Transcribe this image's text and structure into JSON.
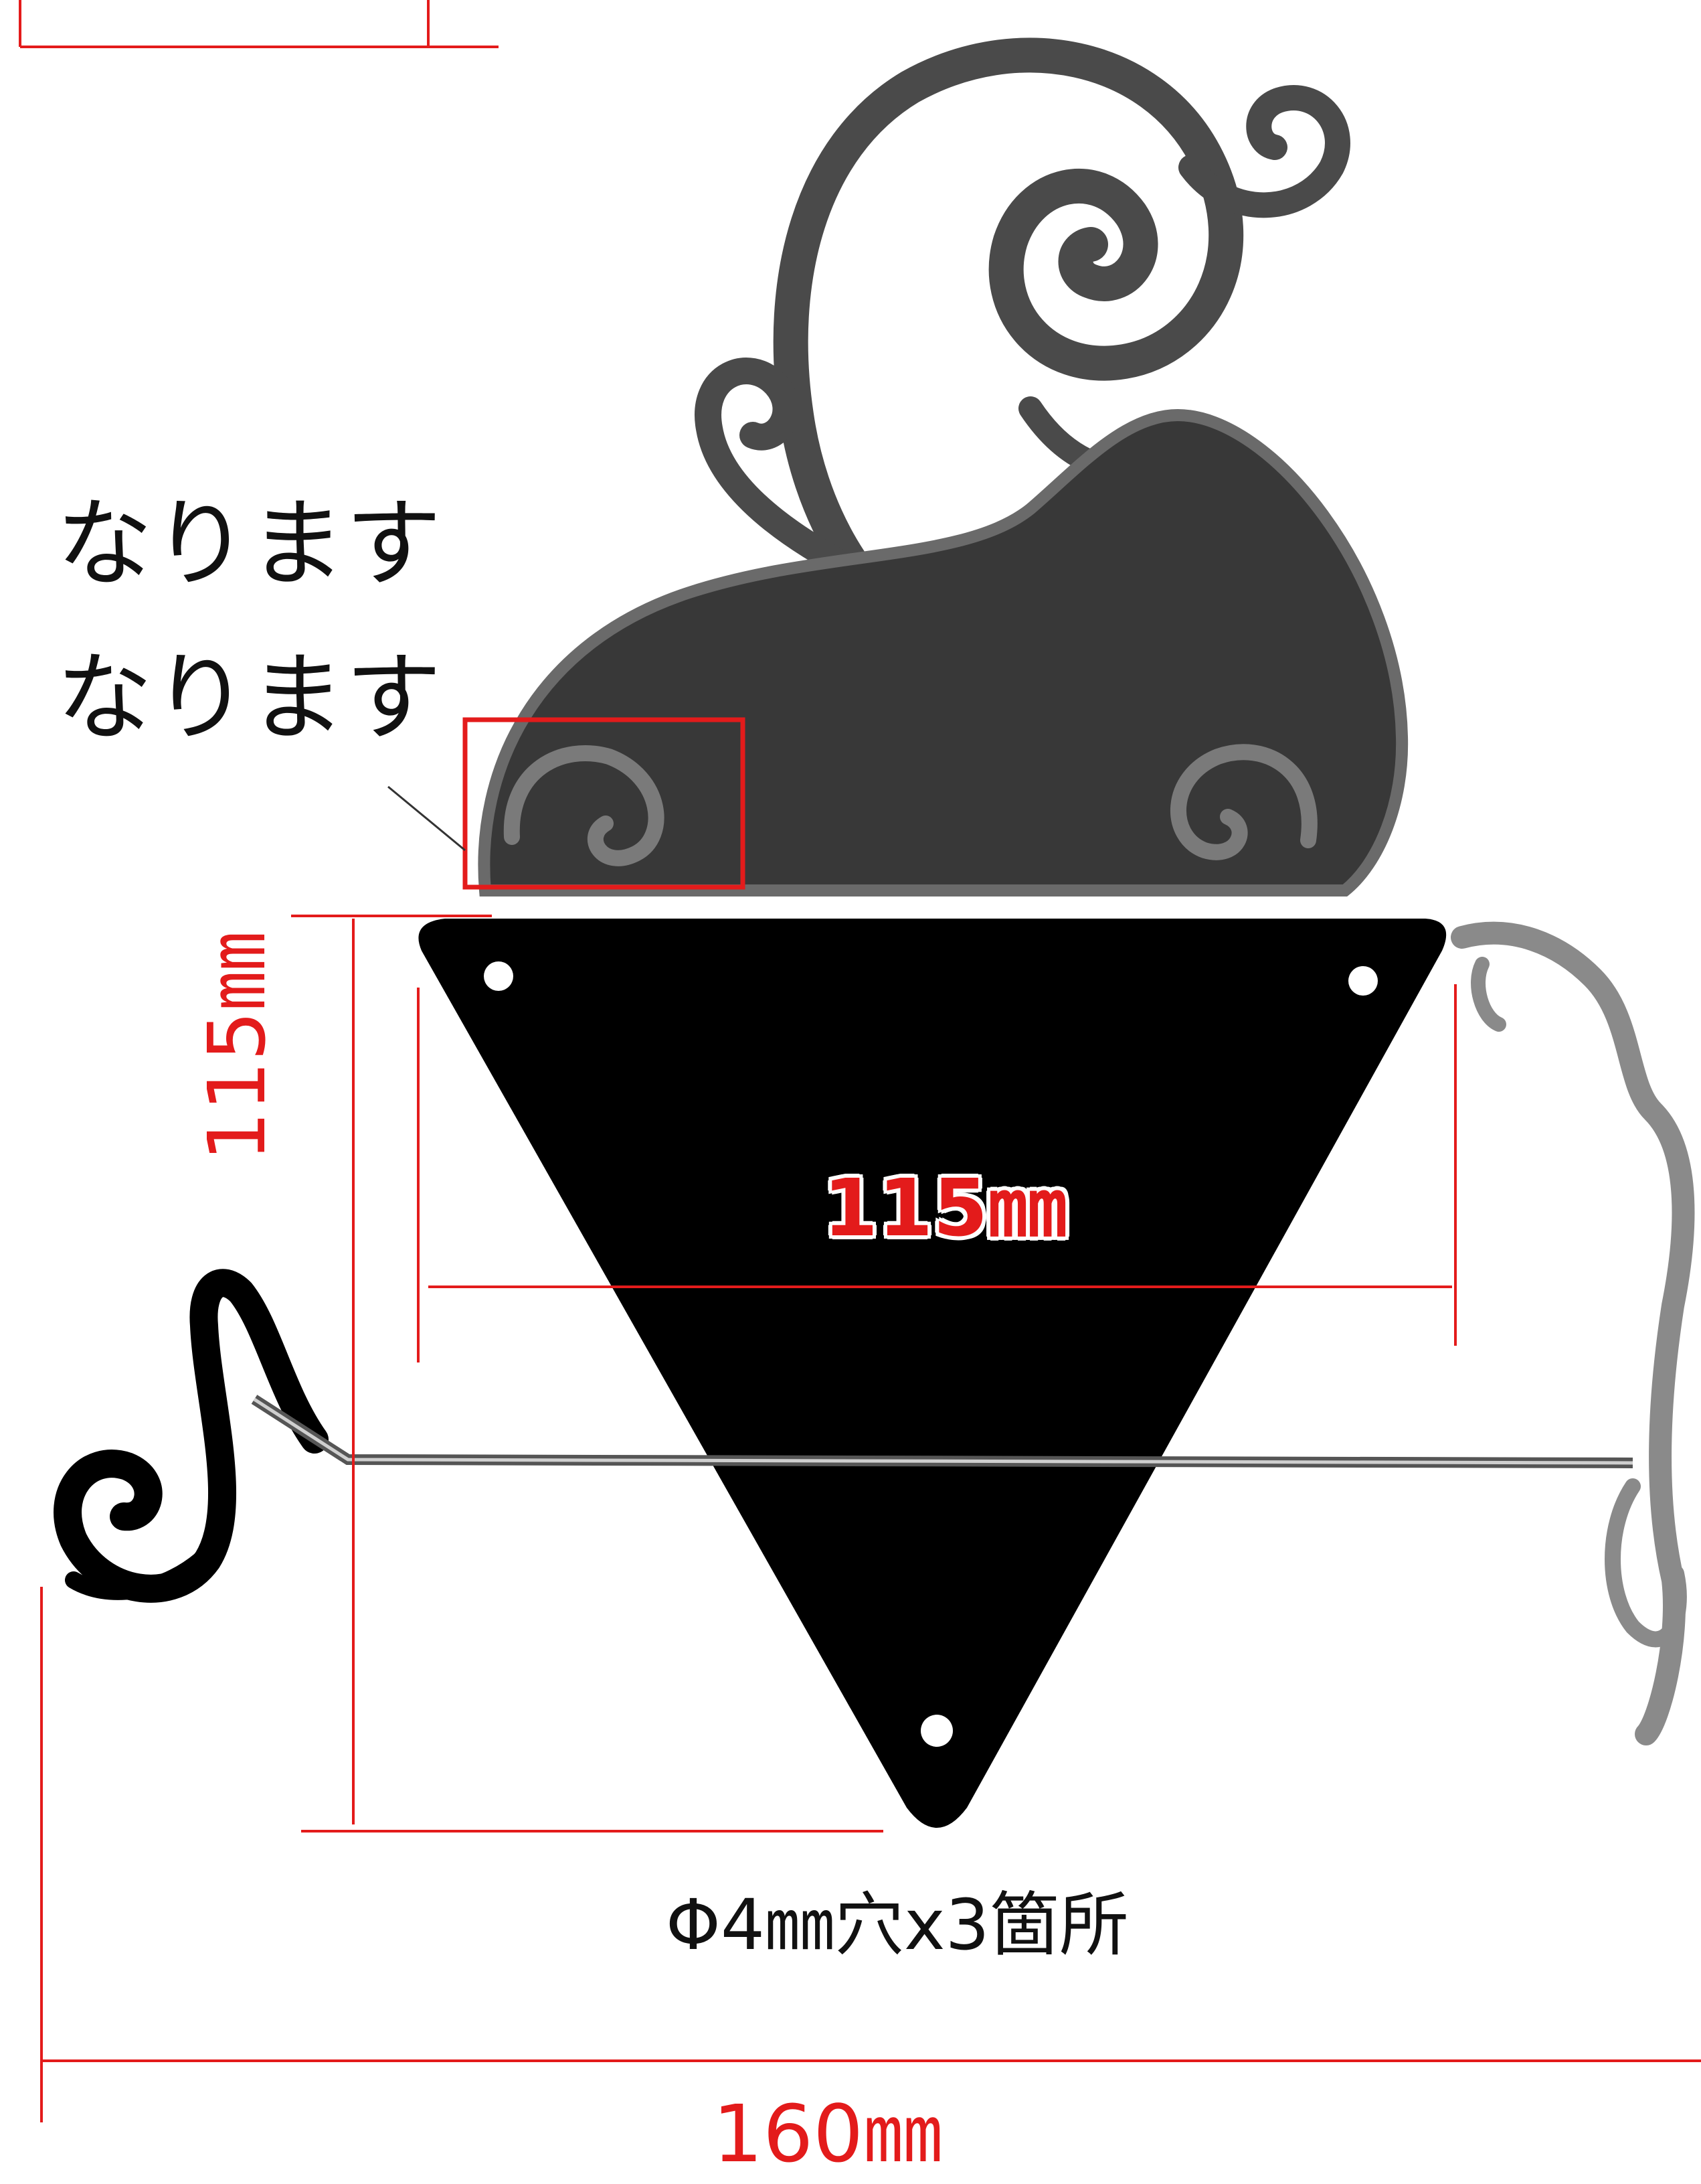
{
  "notes": [
    "なります。",
    "なります。"
  ],
  "dimensions": {
    "inner_width": "115㎜",
    "height": "115㎜",
    "total_width": "160㎜"
  },
  "holes_note": "Φ4㎜穴x3箇所",
  "colors": {
    "dimension_red": "#e31b1b",
    "plate_black": "#000000",
    "heart_fill": "#383838",
    "scroll_gray": "#8a8a8a"
  },
  "icons": [
    "decorative-scroll-icon",
    "highlight-box"
  ]
}
